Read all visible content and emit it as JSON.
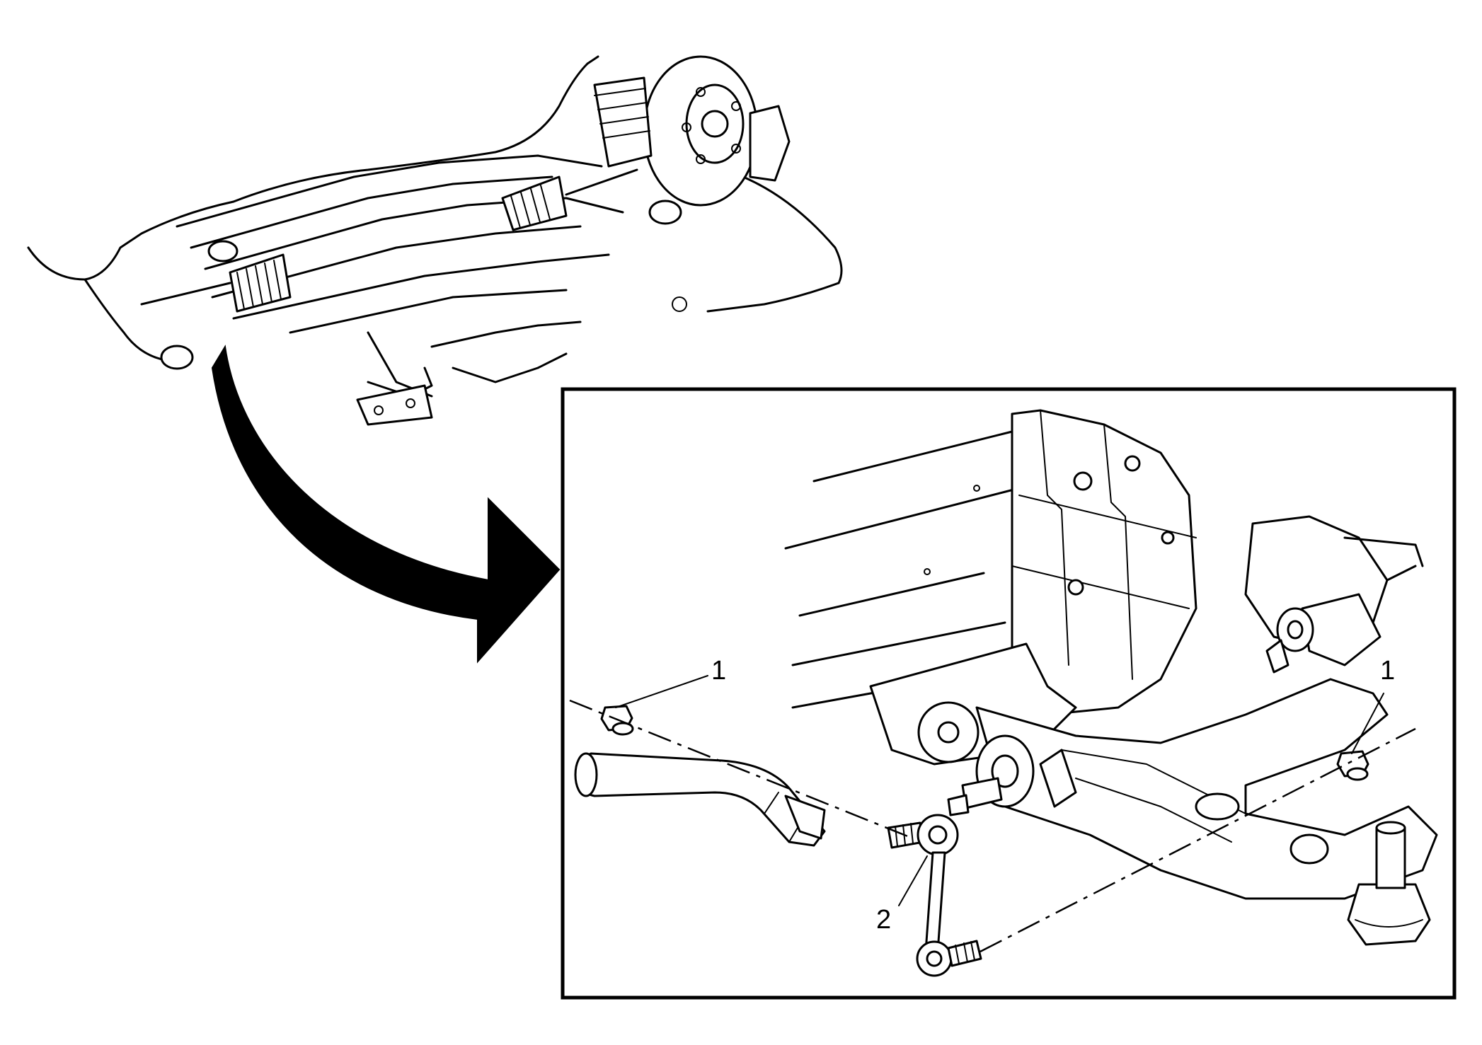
{
  "callouts": {
    "left_nut": "1",
    "right_nut": "1",
    "link": "2"
  },
  "colors": {
    "line": "#000000",
    "background": "#ffffff"
  }
}
